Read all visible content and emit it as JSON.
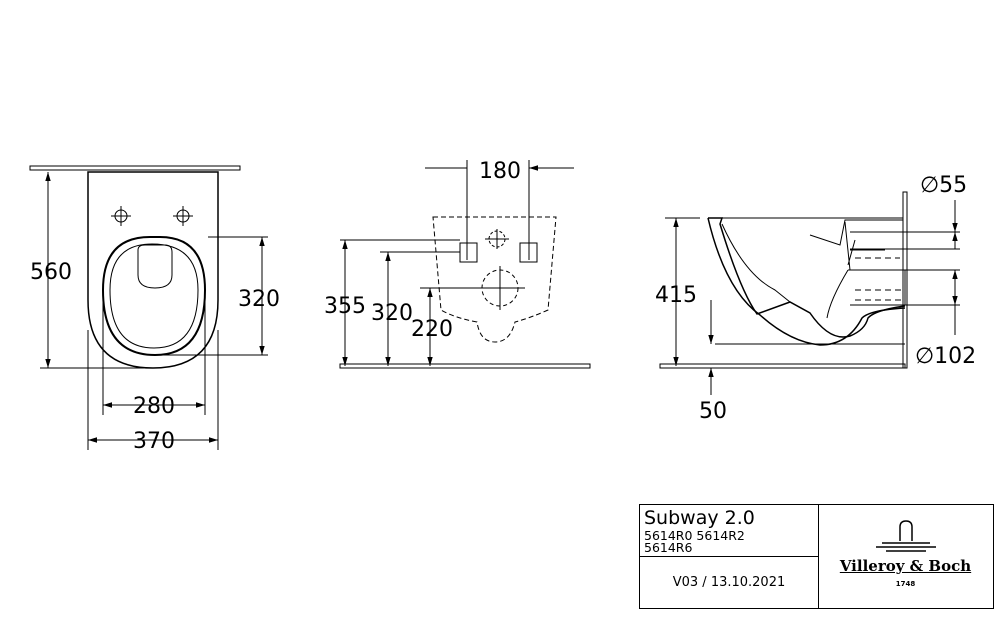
{
  "front_view": {
    "height": "560",
    "seat_height": "320",
    "seat_width": "280",
    "width": "370"
  },
  "back_view": {
    "fixing_distance": "180",
    "height_355": "355",
    "height_320": "320",
    "height_220": "220"
  },
  "side_view": {
    "height": "415",
    "outlet_height": "50",
    "inlet_diameter": "∅55",
    "outlet_diameter": "∅102"
  },
  "title_block": {
    "product": "Subway 2.0",
    "codes_line1": "5614R0 5614R2",
    "codes_line2": "5614R6",
    "version": "V03 / 13.10.2021",
    "brand": "Villeroy & Boch",
    "year": "1748"
  }
}
